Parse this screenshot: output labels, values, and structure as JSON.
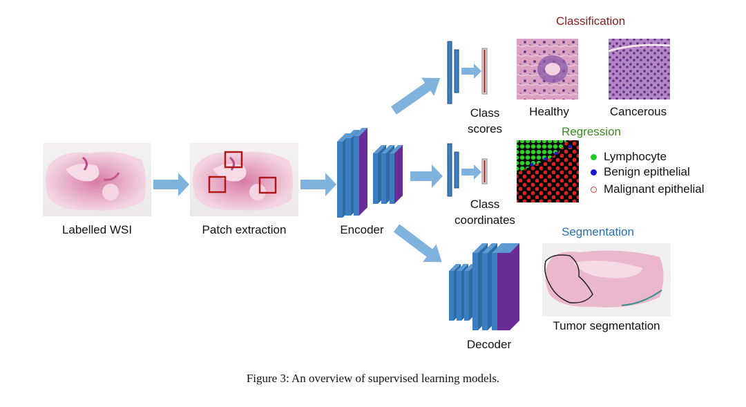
{
  "labels": {
    "labelled_wsi": "Labelled WSI",
    "patch_extraction": "Patch extraction",
    "encoder": "Encoder",
    "decoder": "Decoder",
    "class_scores": "Class\nscores",
    "class_coordinates": "Class\ncoordinates"
  },
  "sections": {
    "classification": {
      "title": "Classification",
      "color": "#8b1a1a",
      "healthy": "Healthy",
      "cancerous": "Cancerous"
    },
    "regression": {
      "title": "Regression",
      "color": "#3a8a1e"
    },
    "segmentation": {
      "title": "Segmentation",
      "color": "#2a6fb0",
      "tumor": "Tumor segmentation"
    }
  },
  "legend": [
    {
      "label": "Lymphocyte",
      "color": "#22cc22",
      "style": "filled"
    },
    {
      "label": "Benign epithelial",
      "color": "#1a1acc",
      "style": "filled"
    },
    {
      "label": "Malignant epithelial",
      "color": "#dd3333",
      "style": "hollow"
    }
  ],
  "colors": {
    "arrow": "#7fb3dd",
    "layer_blue": "#3c7fc0",
    "layer_purple": "#6a2c96",
    "patch_box": "#b01818",
    "tissue_pink": "#e8a9c4"
  },
  "caption": "Figure 3: An overview of supervised learning models."
}
